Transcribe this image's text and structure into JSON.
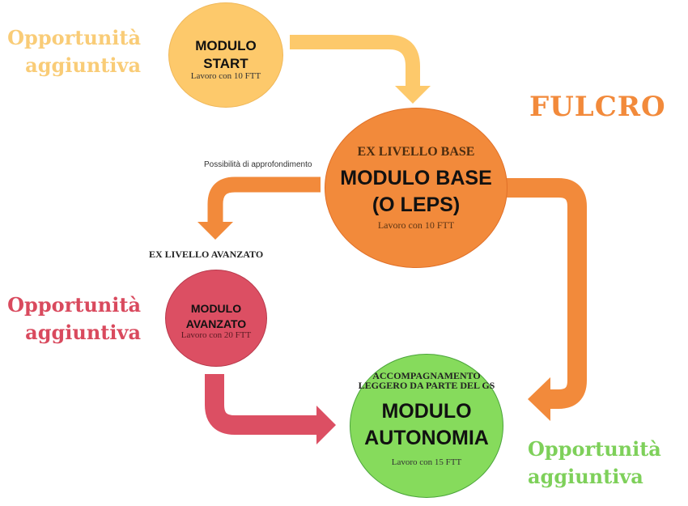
{
  "colors": {
    "start": "#fdc96b",
    "base": "#f28a3b",
    "avanzato": "#dc4f63",
    "autonomia": "#86db5c",
    "opp_start": "#f9cc77",
    "opp_avanzato": "#d94a5e",
    "opp_autonomia": "#7ed05a",
    "fulcro": "#f28a3b"
  },
  "fulcro_label": "FULCRO",
  "opportunity": {
    "start": [
      "Opportunità",
      "aggiuntiva"
    ],
    "avanzato": [
      "Opportunità",
      "aggiuntiva"
    ],
    "autonomia": [
      "Opportunità",
      "aggiuntiva"
    ]
  },
  "modules": {
    "start": {
      "title_lines": [
        "MODULO",
        "START"
      ],
      "work": "Lavoro con 10 FTT"
    },
    "base": {
      "header": "EX LIVELLO BASE",
      "title_lines": [
        "MODULO BASE",
        "(O LEPS)"
      ],
      "work": "Lavoro con 10 FTT"
    },
    "avanzato": {
      "header": "EX LIVELLO AVANZATO",
      "title_lines": [
        "MODULO",
        "AVANZATO"
      ],
      "work": "Lavoro con 20 FTT"
    },
    "autonomia": {
      "header_lines": [
        "ACCOMPAGNAMENTO",
        "LEGGERO DA PARTE DEL GS"
      ],
      "title_lines": [
        "MODULO",
        "AUTONOMIA"
      ],
      "work": "Lavoro con 15 FTT"
    }
  },
  "arrow_labels": {
    "base_to_avanzato": "Possibilità di approfondimento"
  }
}
